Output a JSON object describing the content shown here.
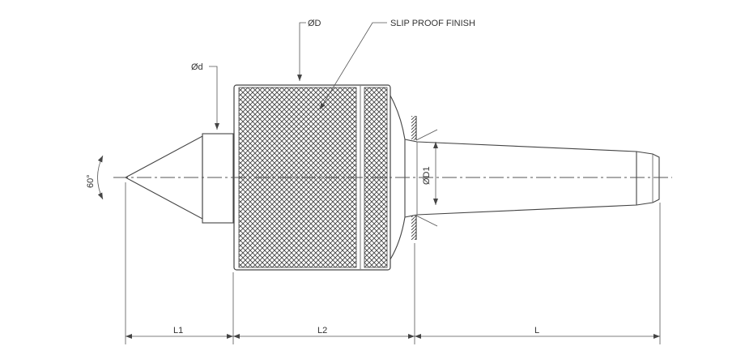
{
  "labels": {
    "dia_major": "ØD",
    "finish_note": "SLIP PROOF FINISH",
    "dia_minor": "Ød",
    "angle": "60°",
    "dia_taper": "ØD1",
    "len_1": "L1",
    "len_2": "L2",
    "len_taper": "L"
  }
}
